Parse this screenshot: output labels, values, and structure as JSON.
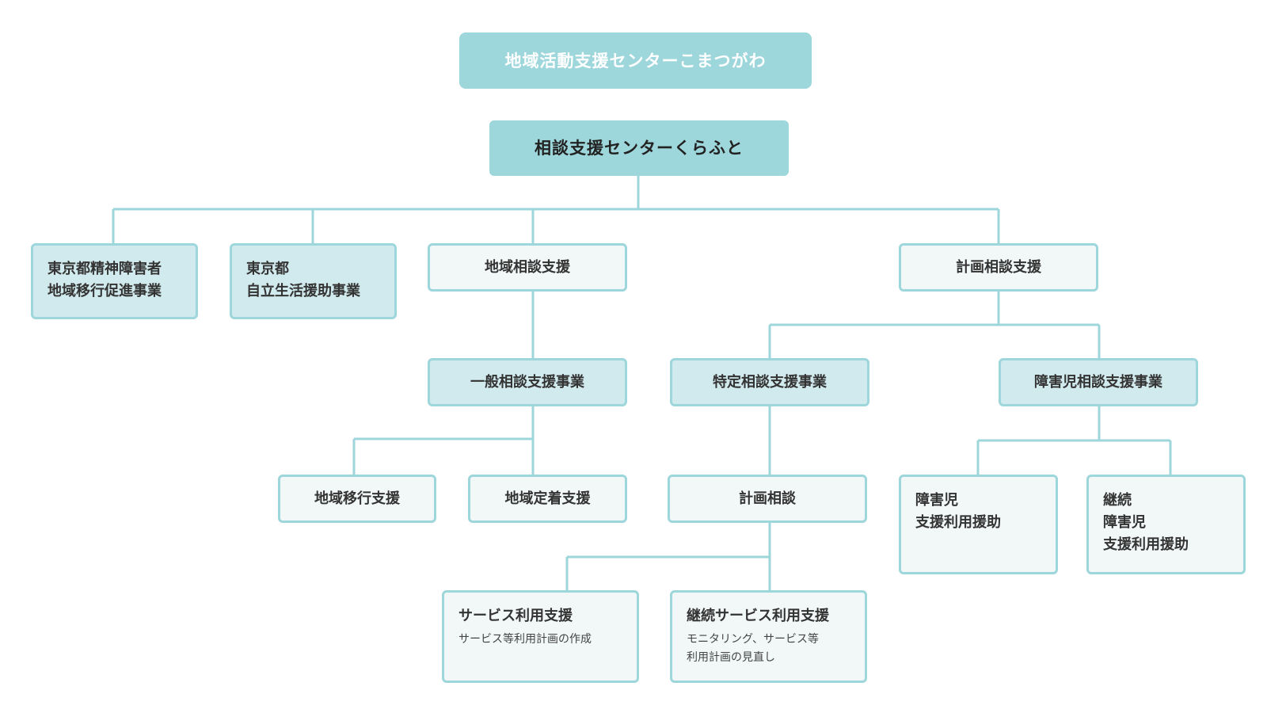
{
  "org": {
    "top": "地域活動支援センターこまつがわ",
    "center": "相談支援センターくらふと",
    "tokyo_transition": [
      "東京都精神障害者",
      "地域移行促進事業"
    ],
    "tokyo_selfreliance": [
      "東京都",
      "自立生活援助事業"
    ],
    "community_consult": "地域相談支援",
    "plan_consult": "計画相談支援",
    "general_consult": "一般相談支援事業",
    "specific_consult": "特定相談支援事業",
    "child_consult": "障害児相談支援事業",
    "community_transition": "地域移行支援",
    "community_settle": "地域定着支援",
    "plan": "計画相談",
    "child_support": [
      "障害児",
      "支援利用援助"
    ],
    "child_continue": [
      "継続",
      "障害児",
      "支援利用援助"
    ],
    "service_use": {
      "title": "サービス利用支援",
      "desc": [
        "サービス等利用計画の作成"
      ]
    },
    "continue_service": {
      "title": "継続サービス利用支援",
      "desc": [
        "モニタリング、サービス等",
        "利用計画の見直し"
      ]
    }
  },
  "colors": {
    "line": "#9dd6db",
    "top_fill": "#9dd6db",
    "mid_fill": "#d1eaed",
    "light_fill": "#f2f8f8"
  }
}
